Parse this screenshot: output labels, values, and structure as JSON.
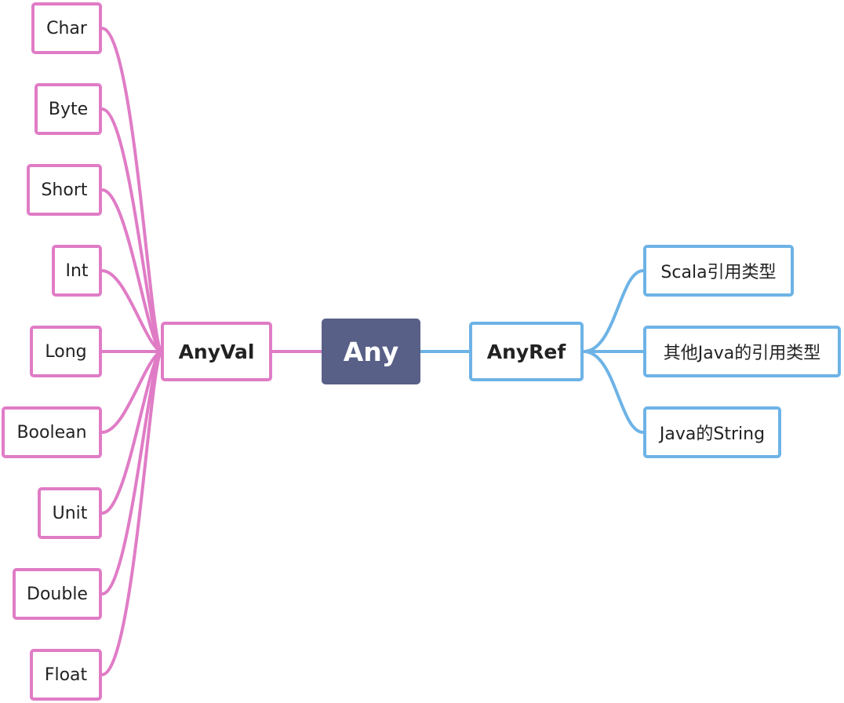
{
  "colors": {
    "left": "#e07cc6",
    "right": "#6db3e6",
    "root": "#596087"
  },
  "root": {
    "label": "Any"
  },
  "anyval": {
    "label": "AnyVal",
    "children": [
      "Char",
      "Byte",
      "Short",
      "Int",
      "Long",
      "Boolean",
      "Unit",
      "Double",
      "Float"
    ]
  },
  "anyref": {
    "label": "AnyRef",
    "children": [
      "Scala引用类型",
      "其他Java的引用类型",
      "Java的String"
    ]
  }
}
